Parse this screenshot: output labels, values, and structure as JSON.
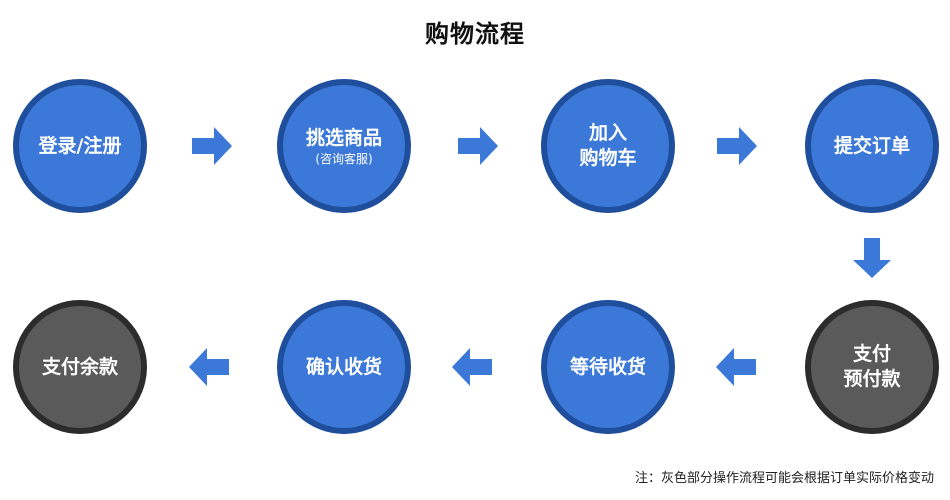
{
  "title": "购物流程",
  "steps": [
    {
      "lines": [
        "登录/注册"
      ],
      "status": "active"
    },
    {
      "lines": [
        "挑选商品"
      ],
      "sub": "(咨询客服)",
      "status": "active"
    },
    {
      "lines": [
        "加入",
        "购物车"
      ],
      "status": "active"
    },
    {
      "lines": [
        "提交订单"
      ],
      "status": "active"
    },
    {
      "lines": [
        "支付",
        "预付款"
      ],
      "status": "variable"
    },
    {
      "lines": [
        "等待收货"
      ],
      "status": "active"
    },
    {
      "lines": [
        "确认收货"
      ],
      "status": "active"
    },
    {
      "lines": [
        "支付余款"
      ],
      "status": "variable"
    }
  ],
  "colors": {
    "node_fill": "#3b78d8",
    "node_border": "#1f4e9c",
    "variable_fill": "#5a5a5a",
    "variable_border": "#2c2c2c",
    "arrow": "#3b78d8"
  },
  "note": "注：灰色部分操作流程可能会根据订单实际价格变动"
}
